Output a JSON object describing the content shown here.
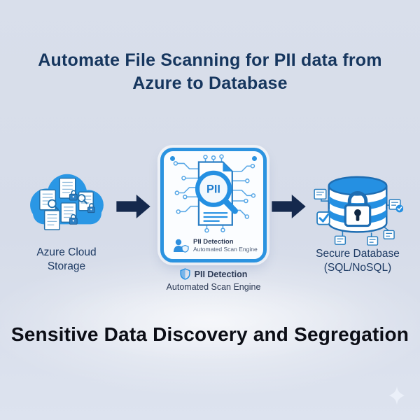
{
  "title": "Automate File Scanning for PII data from\nAzure to Database",
  "flow": {
    "source": {
      "label": "Azure Cloud\nStorage"
    },
    "engine": {
      "magnifier_text": "PII",
      "badge_title": "PII Detection",
      "badge_subtitle": "Automated Scan Engine",
      "caption_title": "PII Detection",
      "caption_subtitle": "Automated Scan Engine"
    },
    "destination": {
      "label": "Secure Database\n(SQL/NoSQL)"
    }
  },
  "footer": "Sensitive Data Discovery and Segregation",
  "colors": {
    "background": "#d8deea",
    "title_navy": "#16365e",
    "accent_blue": "#2590e2",
    "arrow_navy": "#15294d",
    "footer_black": "#0c0e16"
  }
}
